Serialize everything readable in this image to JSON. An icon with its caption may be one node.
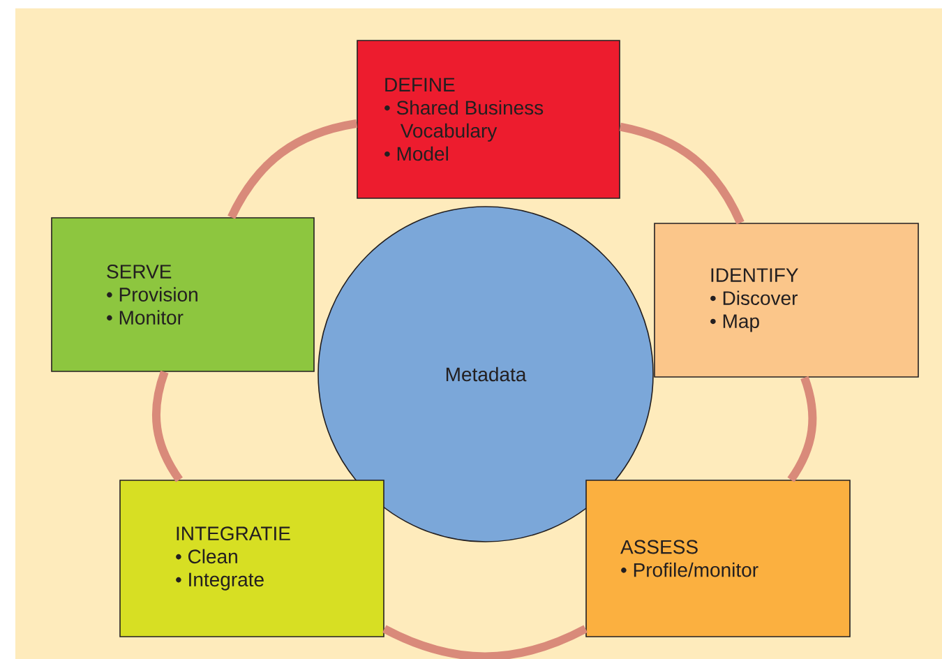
{
  "diagram": {
    "nodes": [
      {
        "text": [
          "DEFINE",
          "• Shared Business Vocabulary",
          "• Model"
        ]
      },
      {
        "text": [
          "SERVE",
          "• Provision",
          "• Monitor"
        ]
      },
      {
        "text": [
          "IDENTIFY",
          "• Discover",
          "• Map"
        ]
      },
      {
        "text": [
          "Metadata"
        ]
      },
      {
        "text": [
          "INTEGRATIE",
          "• Clean",
          "• Integrate"
        ]
      },
      {
        "text": [
          "ASSESS",
          "• Profile/monitor"
        ]
      }
    ],
    "edges": [
      {
        "from": 0,
        "to": 2,
        "arrow": "none"
      },
      {
        "from": 2,
        "to": 5,
        "arrow": "none"
      },
      {
        "from": 5,
        "to": 4,
        "arrow": "none"
      },
      {
        "from": 4,
        "to": 1,
        "arrow": "none"
      },
      {
        "from": 1,
        "to": 0,
        "arrow": "none"
      }
    ]
  }
}
